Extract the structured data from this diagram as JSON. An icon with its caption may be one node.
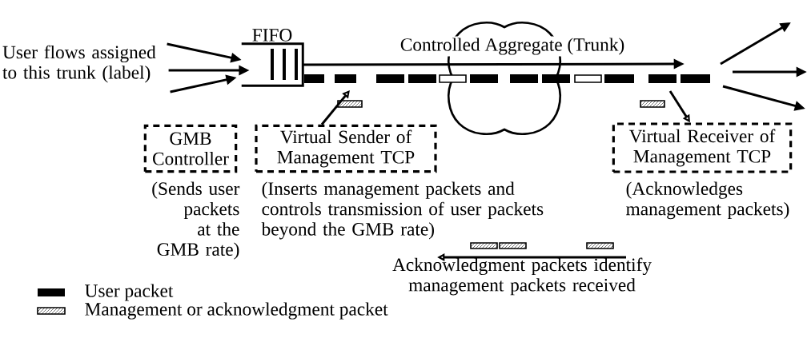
{
  "diagram": {
    "nodes": [
      {
        "text": [
          "User flows assigned to this trunk (label)"
        ]
      },
      {
        "text": [
          "FIFO"
        ]
      },
      {
        "text": [
          "GMB Controller"
        ],
        "beside": [
          "(Sends user packets at the GMB rate)"
        ]
      },
      {
        "text": [
          "Virtual Sender of Management TCP"
        ],
        "beside": [
          "(Inserts management packets and controls transmission of user packets beyond the GMB rate)"
        ]
      },
      {
        "text": [
          "Virtual Receiver of Management TCP"
        ],
        "beside": [
          "(Acknowledges management packets)"
        ]
      },
      {
        "text": [],
        "shape": "cloud"
      }
    ],
    "edges": [
      {
        "from": 0,
        "to": 1,
        "arrow": "to"
      },
      {
        "from": 0,
        "to": 1,
        "arrow": "to"
      },
      {
        "from": 0,
        "to": 1,
        "arrow": "to"
      },
      {
        "from": 1,
        "to": null,
        "arrow": "to",
        "label": "Controlled Aggregate (Trunk)"
      },
      {
        "from": 3,
        "to": null,
        "arrow": "to"
      },
      {
        "from": null,
        "to": 4,
        "arrow": "to"
      }
    ],
    "labels": [
      "Acknowledgment packets identify management packets received"
    ],
    "legend": [
      {
        "text": "User packet",
        "color": "#000000"
      },
      {
        "text": "Management or acknowledgment packet"
      }
    ]
  }
}
